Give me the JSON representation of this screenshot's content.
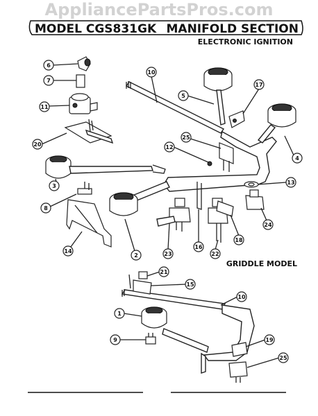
{
  "header": {
    "watermark": "AppliancePartsPros.com",
    "model": "MODEL CGS831GK",
    "section": "MANIFOLD SECTION",
    "subtitle": "ELECTRONIC IGNITION"
  },
  "griddle_label": "GRIDDLE MODEL",
  "callouts": {
    "c1": "1",
    "c2": "2",
    "c3": "3",
    "c4": "4",
    "c5": "5",
    "c6": "6",
    "c7": "7",
    "c8": "8",
    "c9": "9",
    "c10a": "10",
    "c10b": "10",
    "c11": "11",
    "c12": "12",
    "c13": "13",
    "c14": "14",
    "c15": "15",
    "c16": "16",
    "c17": "17",
    "c18": "18",
    "c19": "19",
    "c20": "20",
    "c21": "21",
    "c22": "22",
    "c23": "23",
    "c24": "24",
    "c25a": "25",
    "c25b": "25"
  }
}
